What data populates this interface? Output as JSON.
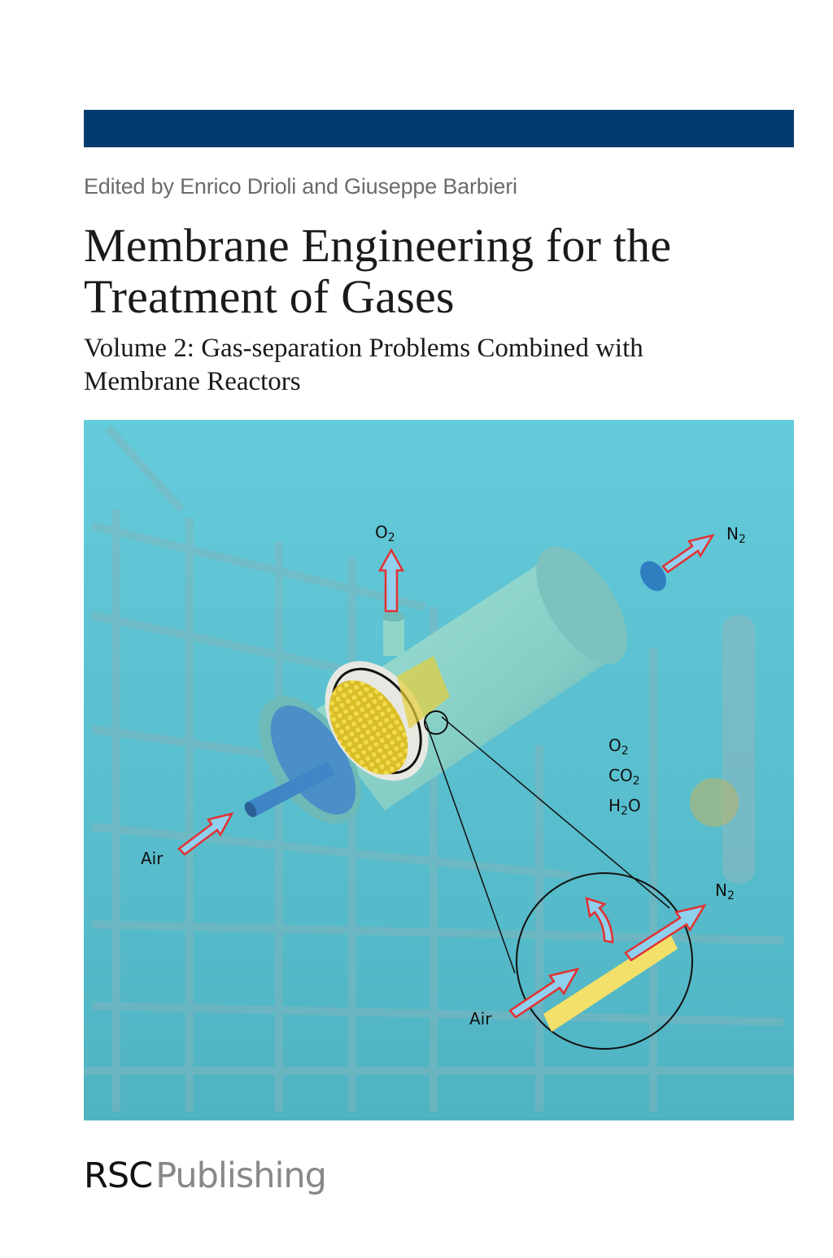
{
  "cover": {
    "bar_color": "#033b6e",
    "editors": "Edited by Enrico Drioli and Giuseppe Barbieri",
    "title_line1": "Membrane Engineering for the",
    "title_line2": "Treatment of Gases",
    "subtitle_line1": "Volume 2: Gas-separation Problems Combined with",
    "subtitle_line2": "Membrane Reactors"
  },
  "illustration": {
    "labels": {
      "o2_top": "O",
      "o2_top_sub": "2",
      "n2_top": "N",
      "n2_top_sub": "2",
      "gas_o2": "O",
      "gas_o2_sub": "2",
      "gas_co2": "CO",
      "gas_co2_sub": "2",
      "gas_h2o_a": "H",
      "gas_h2o_sub": "2",
      "gas_h2o_b": "O",
      "air_left": "Air",
      "air_detail": "Air",
      "n2_detail": "N",
      "n2_detail_sub": "2"
    },
    "colors": {
      "background": "#5fc4d2",
      "shell": "#8fd6c8",
      "membrane": "#e6cf3a",
      "arrow_fill": "#8fd0ee",
      "arrow_stroke": "#e53030"
    }
  },
  "publisher": {
    "name_bold": "RSC",
    "name_light": "Publishing"
  }
}
